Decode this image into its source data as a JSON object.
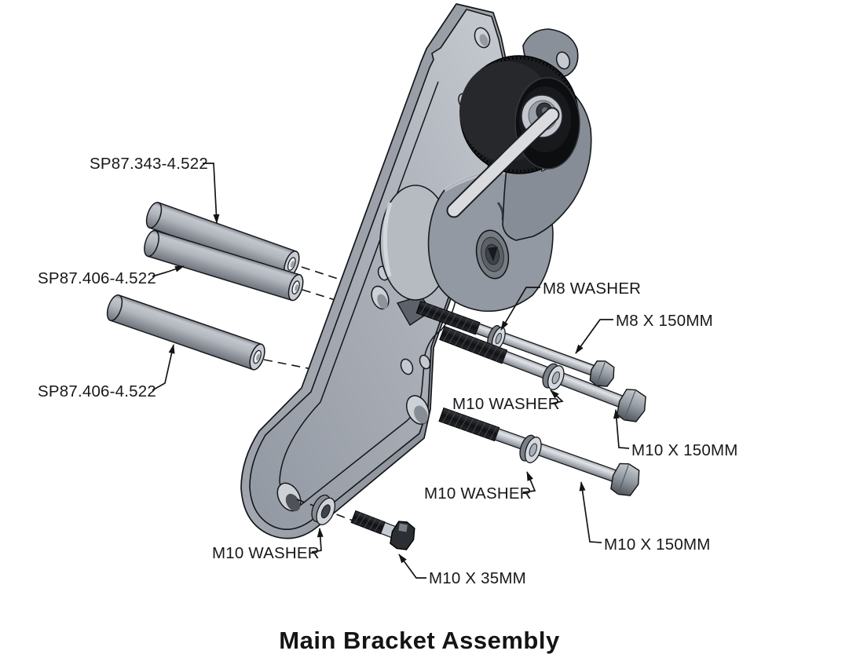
{
  "diagram": {
    "title": "Main Bracket Assembly",
    "palette": {
      "background": "#ffffff",
      "line": "#141414",
      "steel_light": "#c9cdd3",
      "steel_mid": "#a9aeb7",
      "steel_dark": "#7c828b",
      "rubber_black": "#1b1d20"
    },
    "callouts": {
      "spacer_343": "SP87.343-4.522",
      "spacer_406_a": "SP87.406-4.522",
      "spacer_406_b": "SP87.406-4.522",
      "m8_washer": "M8 WASHER",
      "m8_bolt": "M8 X 150MM",
      "m10_washer_1": "M10 WASHER",
      "m10_bolt_1": "M10 X 150MM",
      "m10_washer_2": "M10 WASHER",
      "m10_bolt_2": "M10 X 150MM",
      "m10_washer_3": "M10 WASHER",
      "m10_bolt_short": "M10 X 35MM"
    }
  }
}
